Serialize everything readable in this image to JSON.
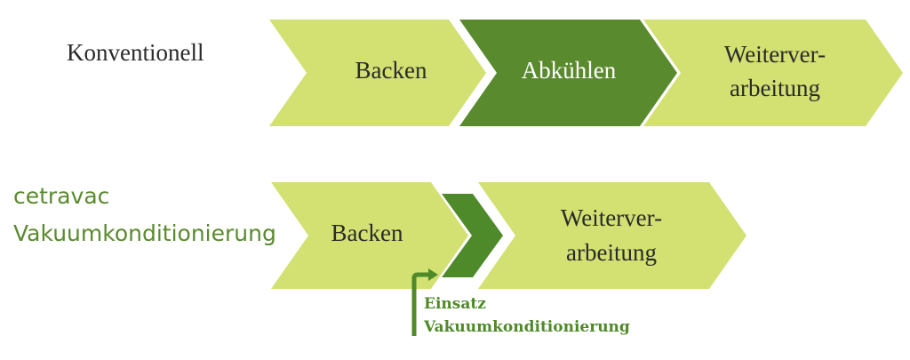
{
  "rows": {
    "conventional": {
      "label": "Konventionell",
      "steps": [
        {
          "line1": "Backen",
          "line2": ""
        },
        {
          "line1": "Abkühlen",
          "line2": ""
        },
        {
          "line1": "Weiterver-",
          "line2": "arbeitung"
        }
      ]
    },
    "cetravac": {
      "label_line1": "cetravac",
      "label_line2": "Vakuumkonditionierung",
      "steps": [
        {
          "line1": "Backen",
          "line2": ""
        },
        {
          "line1": "Weiterver-",
          "line2": "arbeitung"
        }
      ]
    }
  },
  "note": {
    "line1": "Einsatz",
    "line2": "Vakuumkonditionierung"
  },
  "colors": {
    "light_green": "#d3e072",
    "dark_green": "#5a8a2e",
    "arrow_green": "#4f8a2a",
    "text_dark": "#2a2a2a",
    "label_green": "#5a8a2e"
  }
}
